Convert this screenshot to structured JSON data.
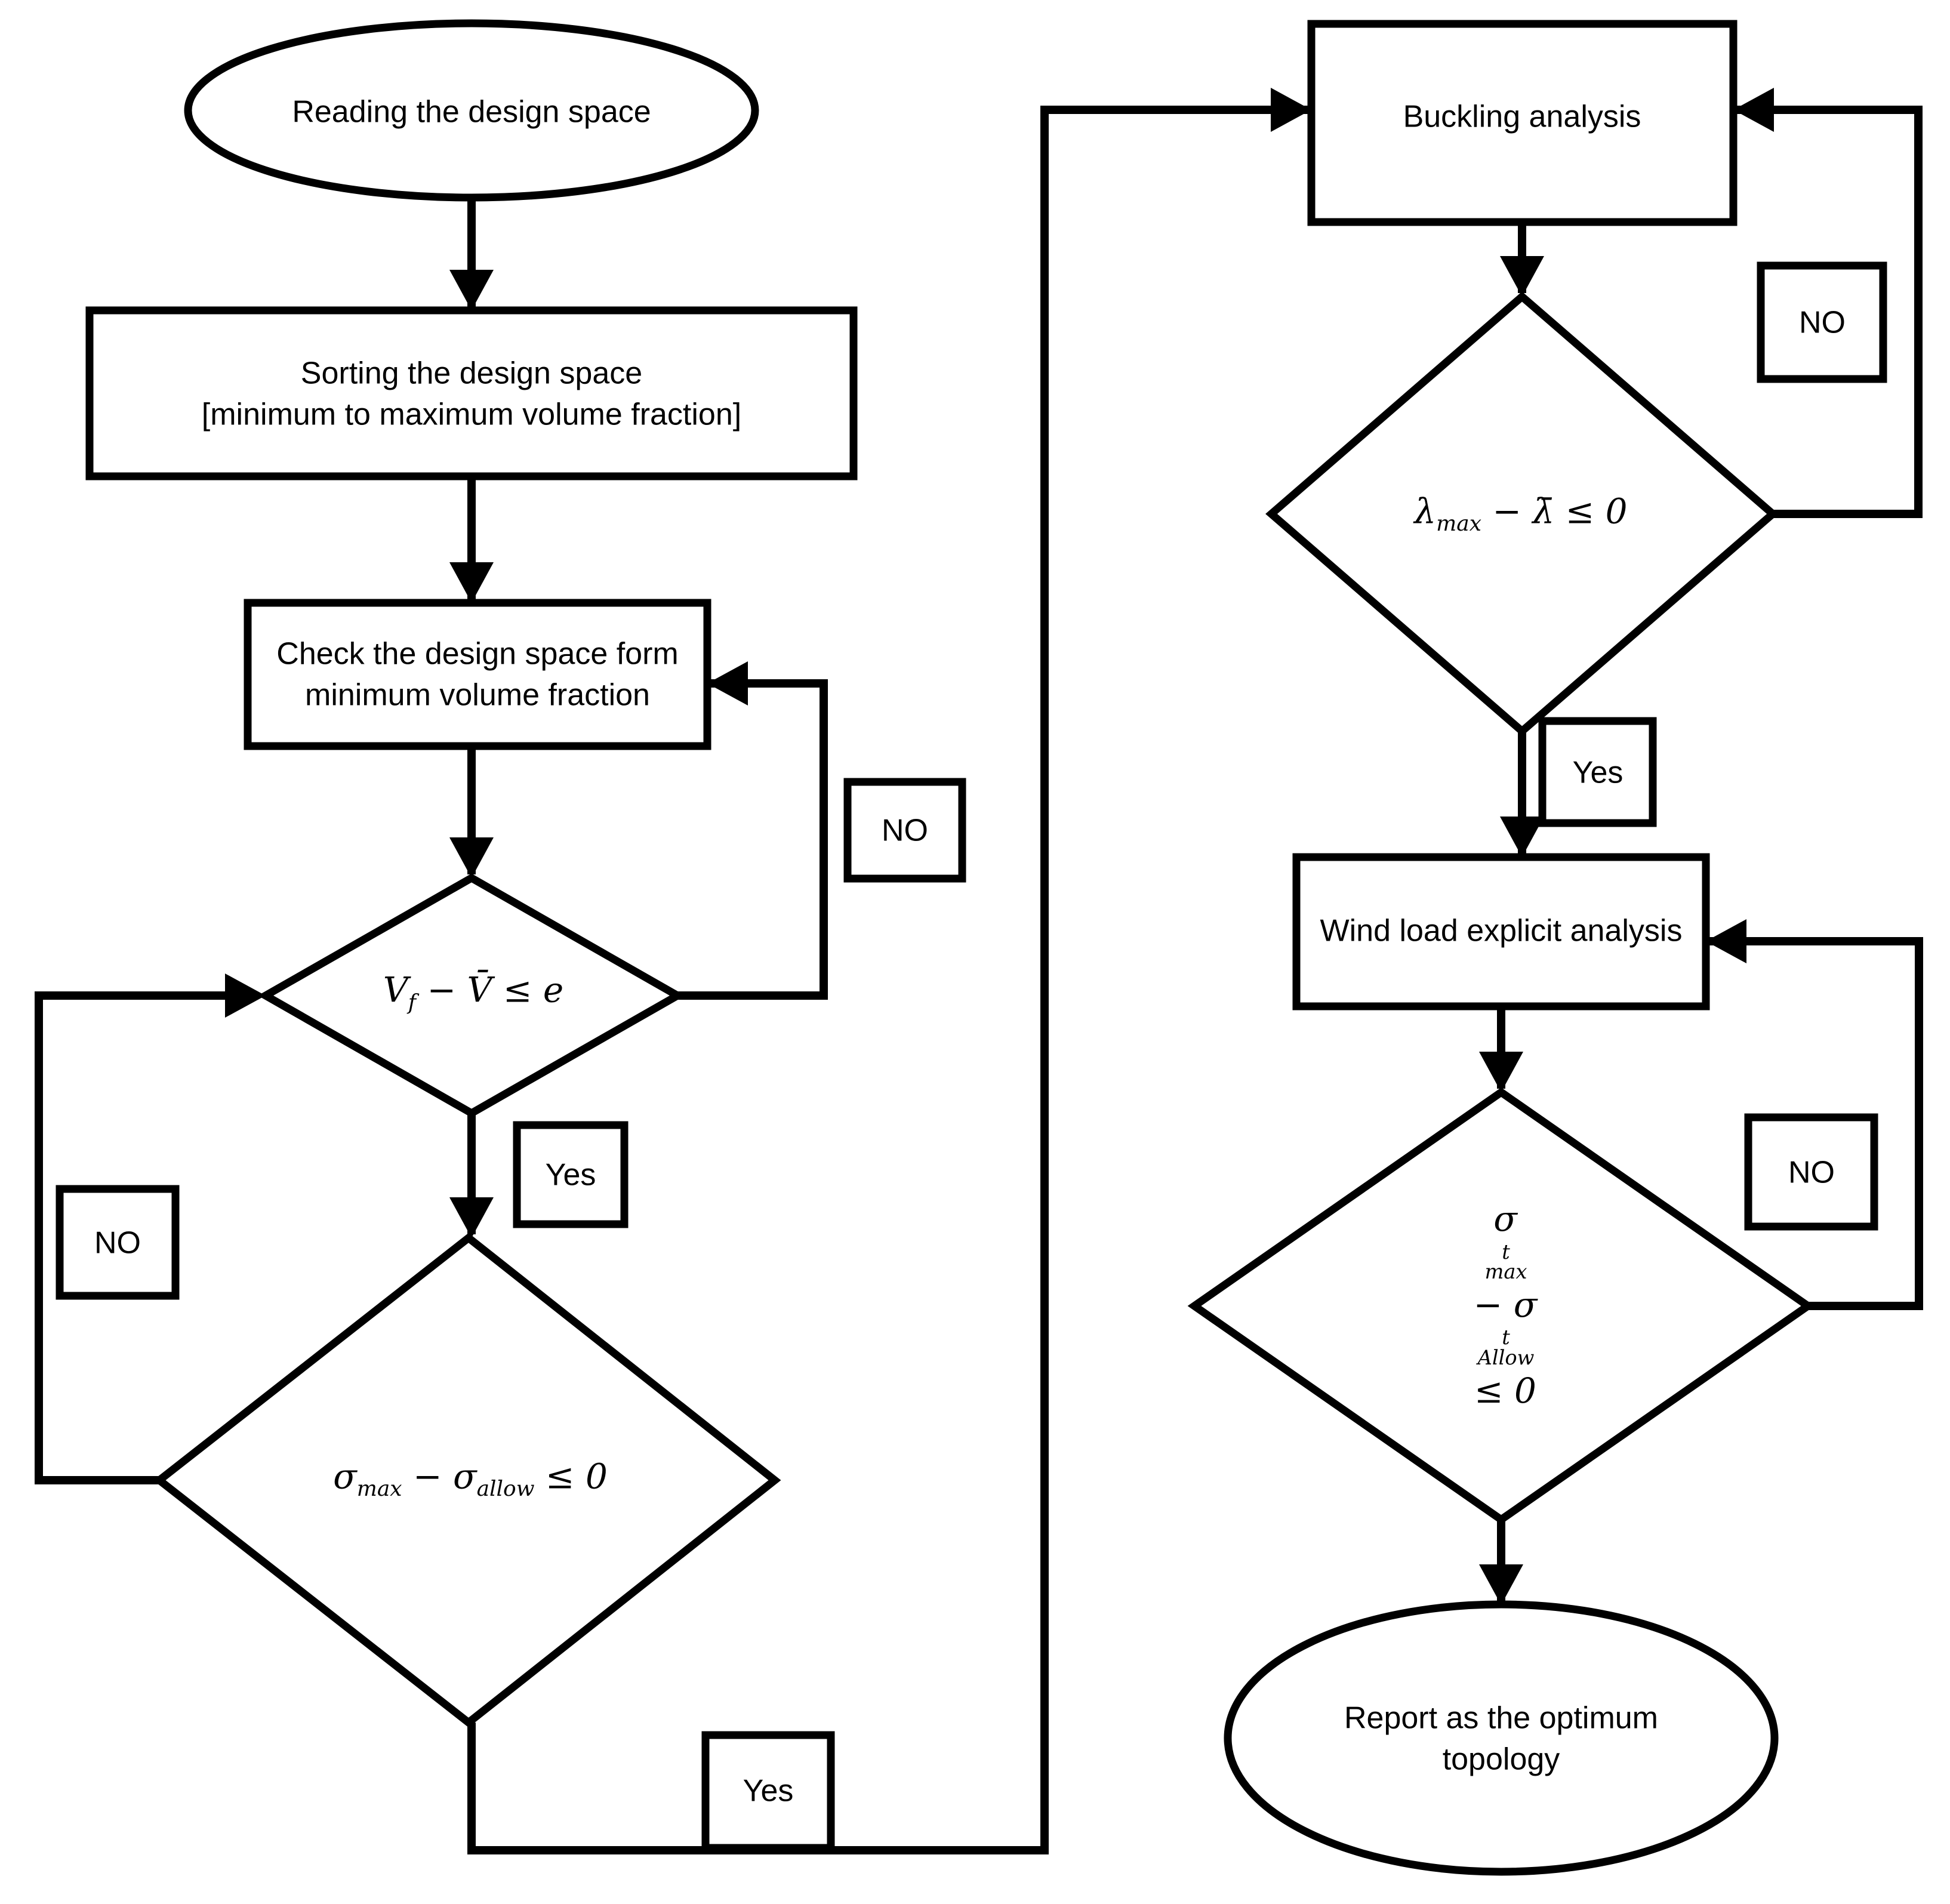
{
  "diagram": {
    "background": "#ffffff",
    "stroke_color": "#000000",
    "nodes": {
      "start": {
        "type": "terminator",
        "label": "Reading the design space"
      },
      "sort": {
        "type": "process",
        "line1": "Sorting the design space",
        "line2": "[minimum to maximum volume fraction]"
      },
      "check": {
        "type": "process",
        "line1": "Check the design space form",
        "line2": "minimum volume fraction"
      },
      "vf_decision": {
        "type": "decision",
        "formula_html": "V<sub>f</sub> − V̄ ≤ e"
      },
      "stress_decision": {
        "type": "decision",
        "formula_html": "σ<sub>max</sub> − σ<sub>allow</sub> ≤ 0"
      },
      "buckling": {
        "type": "process",
        "label": "Buckling analysis"
      },
      "lambda_decision": {
        "type": "decision",
        "formula_html": "λ<sub>max</sub> − λ̄ ≤ 0"
      },
      "wind": {
        "type": "process",
        "label": "Wind load explicit analysis"
      },
      "wind_stress_decision": {
        "type": "decision",
        "formula_html": "σ<span class=\"st\"><span>t</span><span>max</span></span> − σ<span class=\"st\"><span>t</span><span>Allow</span></span> ≤ 0"
      },
      "end": {
        "type": "terminator",
        "line1": "Report as the optimum",
        "line2": "topology"
      }
    },
    "edge_labels": {
      "yes": "Yes",
      "no": "NO"
    }
  }
}
